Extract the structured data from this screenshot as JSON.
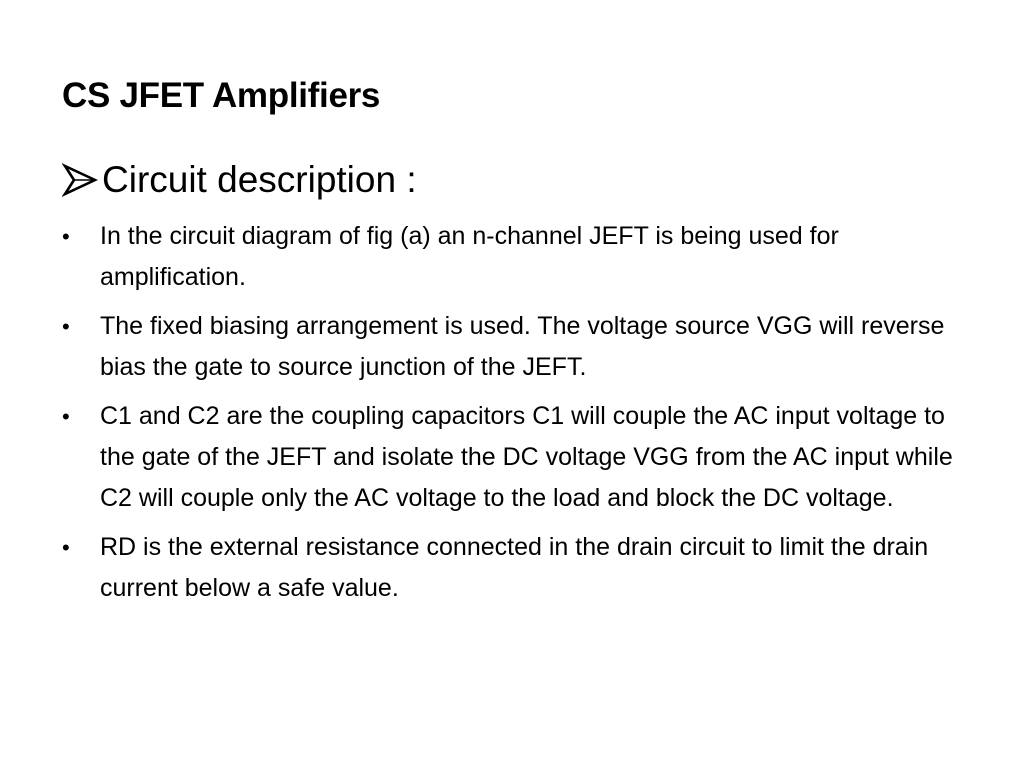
{
  "slide": {
    "title": "CS JFET Amplifiers",
    "subheading": {
      "icon": "arrow-bullet-icon",
      "text": "Circuit description :"
    },
    "bullet_glyph": "•",
    "bullets": [
      "In the circuit diagram of fig (a) an n-channel JEFT is being used for amplification.",
      "The fixed biasing arrangement is used. The voltage source VGG will reverse bias the gate to source junction of the JEFT.",
      "C1 and C2 are the coupling capacitors C1 will couple the AC input voltage to the gate of the JEFT and isolate the DC voltage VGG from the AC input while C2 will couple only the AC voltage to the load and block the DC voltage.",
      "RD is the external resistance connected in the drain circuit to limit the drain current below a safe value."
    ]
  }
}
